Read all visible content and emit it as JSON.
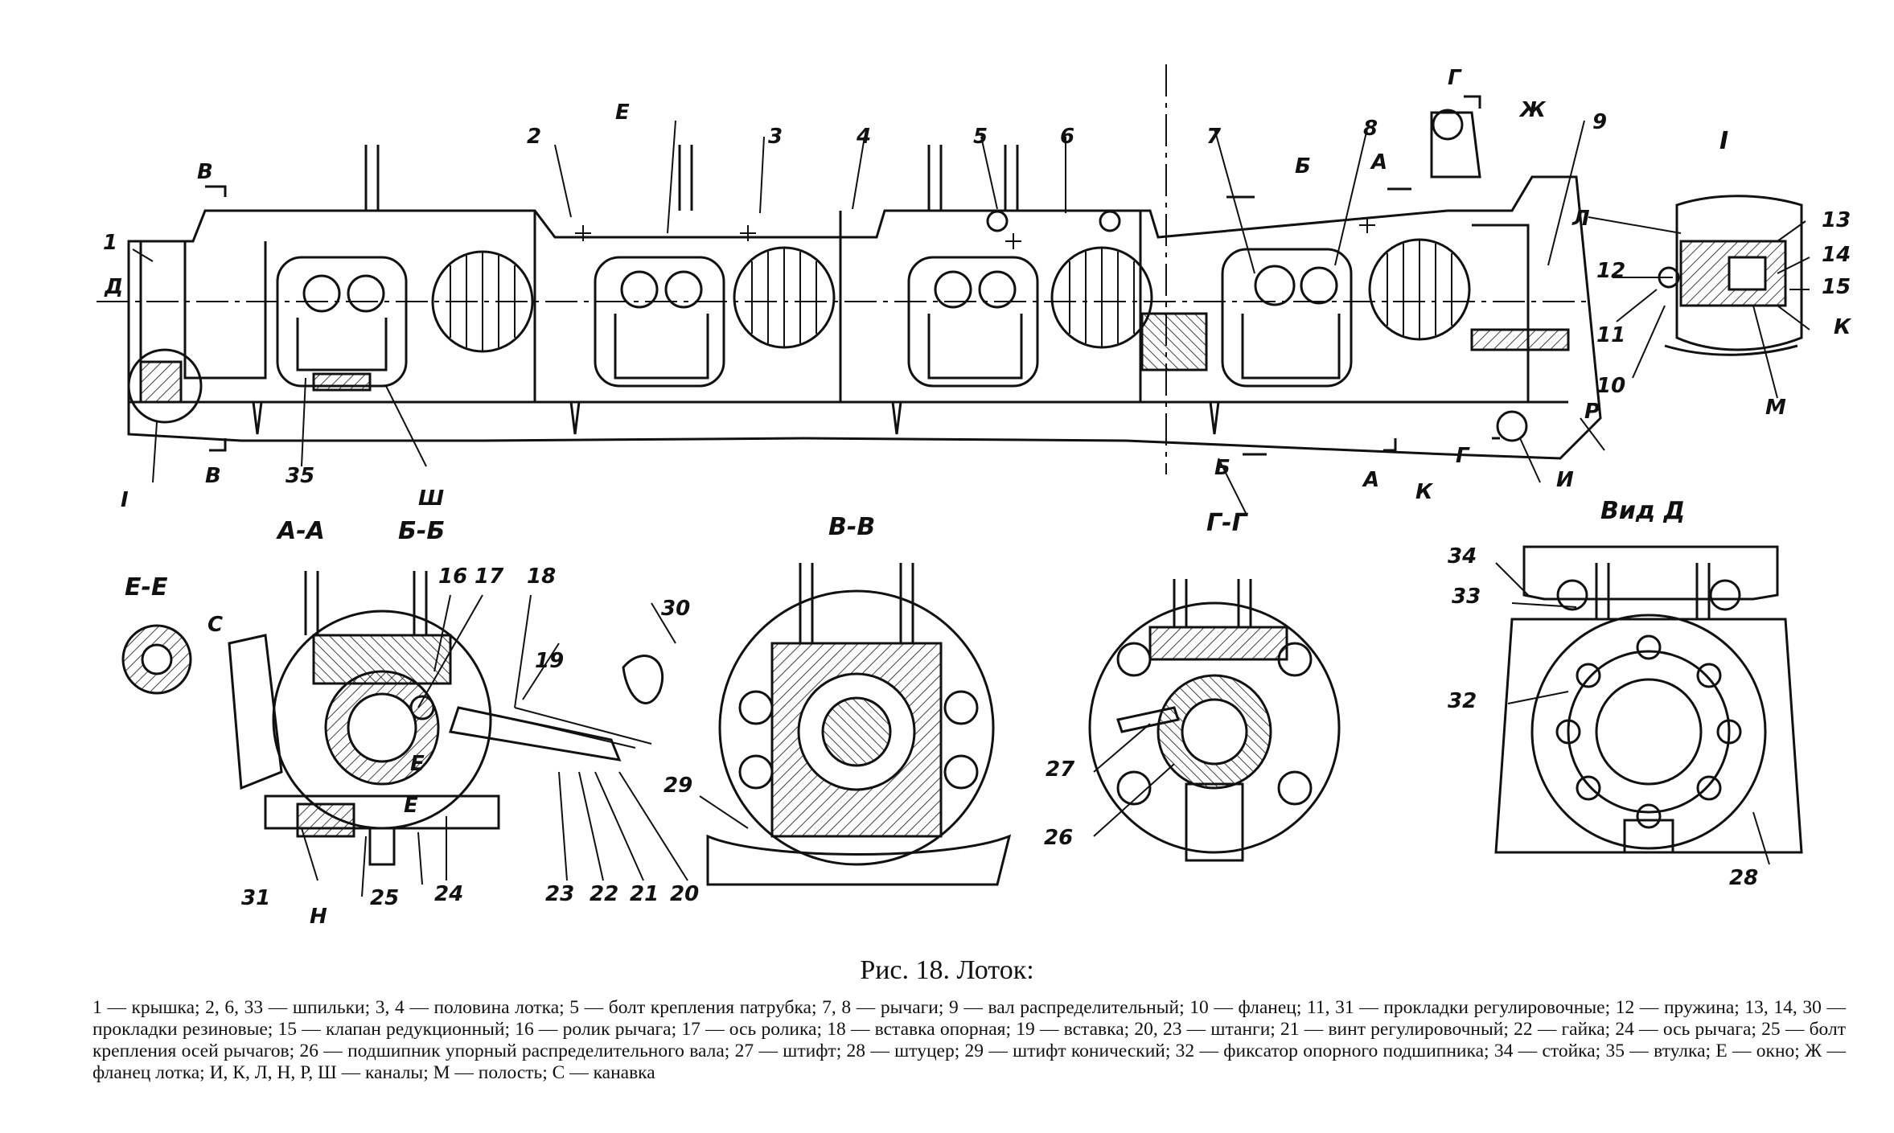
{
  "figure": {
    "caption": "Рис. 18. Лоток:",
    "legend": "1 — крышка; 2, 6, 33 — шпильки; 3, 4 — половина лотка; 5 — болт крепления патрубка; 7, 8 — рычаги; 9 — вал распределительный; 10 — фланец; 11, 31 — прокладки регулировочные; 12 — пружина; 13, 14, 30 — прокладки резиновые; 15 — клапан редукционный; 16 — ролик рычага; 17 — ось ролика; 18 — вставка опорная; 19 — вставка; 20, 23 — штанги; 21 — винт регулировочный; 22 — гайка; 24 — ось рычага; 25 — болт крепления осей рычагов; 26 — подшипник упорный распределительного вала; 27 — штифт; 28 — штуцер; 29 — штифт конический; 32 — фиксатор опорного подшипника; 34 — стойка; 35 — втулка; Е — окно; Ж — фланец лотка; И, К, Л, Н, Р, Ш — каналы; М — полость; С — канавка"
  },
  "section_labels": {
    "aa": "А-А",
    "bb": "Б-Б",
    "vv": "В-В",
    "gg": "Г-Г",
    "ee": "Е-Е",
    "vid_d": "Вид Д",
    "detail": "I"
  },
  "callouts": {
    "top": [
      "1",
      "2",
      "Е",
      "3",
      "4",
      "5",
      "6",
      "7",
      "8",
      "9",
      "В",
      "Д",
      "Б",
      "А",
      "Г",
      "Ж",
      "I",
      "35",
      "Ш",
      "В",
      "Б",
      "А",
      "К",
      "И",
      "Г",
      "Р",
      "Л",
      "12",
      "11",
      "10",
      "13",
      "14",
      "15",
      "К",
      "М"
    ],
    "aa": [
      "16",
      "17",
      "18",
      "19",
      "Е",
      "Е",
      "31",
      "Н",
      "25",
      "24",
      "23",
      "22",
      "21",
      "20"
    ],
    "ee": [
      "С"
    ],
    "vv": [
      "30",
      "29"
    ],
    "gg": [
      "27",
      "26"
    ],
    "vid_d": [
      "34",
      "33",
      "32",
      "28"
    ]
  }
}
